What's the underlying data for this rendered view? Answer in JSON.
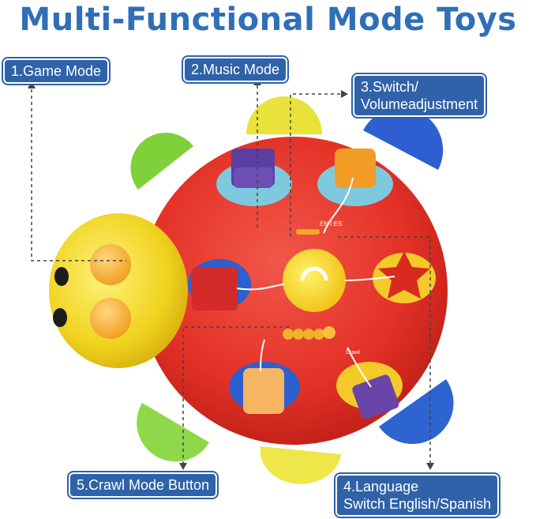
{
  "title": "Multi-Functional Mode Toys",
  "labels": {
    "game_mode": "1.Game Mode",
    "music_mode": "2.Music Mode",
    "switch_line1": "3.Switch/",
    "switch_line2": "Volumeadjustment",
    "language_line1": "4.Language",
    "language_line2": "Switch English/Spanish",
    "crawl_mode": "5.Crawl Mode Button"
  },
  "toy_markings": {
    "switch_text": "EN / ES",
    "crawl_text": "Crawl"
  },
  "colors": {
    "title": "#2f6fb8",
    "label_bg": "#2f62a8",
    "shell": "#e8372c",
    "head": "#f2d72c"
  }
}
